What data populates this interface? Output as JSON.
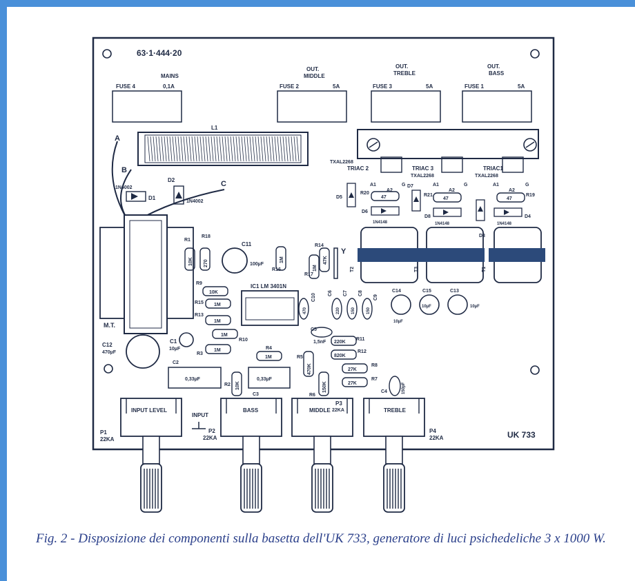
{
  "board": {
    "code": "63·1·444·20",
    "model": "UK 733",
    "fuses": [
      {
        "group": "MAINS",
        "id": "FUSE 4",
        "rating": "0,1A"
      },
      {
        "group": "OUT. MIDDLE",
        "id": "FUSE 2",
        "rating": "5A"
      },
      {
        "group": "OUT. TREBLE",
        "id": "FUSE 3",
        "rating": "5A"
      },
      {
        "group": "OUT. BASS",
        "id": "FUSE 1",
        "rating": "5A"
      }
    ],
    "wire_labels": [
      "A",
      "B",
      "C",
      "Y"
    ],
    "coil": "L1",
    "transformer": "M.T.",
    "ic": "IC1   LM 3401N",
    "triacs": [
      {
        "name": "TRIAC 2",
        "part": "TXAL2268"
      },
      {
        "name": "TRIAC 3",
        "part": "TXAL2268"
      },
      {
        "name": "TRIAC1",
        "part": "TXAL2268"
      }
    ],
    "triac_pins": [
      "A1",
      "A2",
      "G"
    ],
    "diodes": [
      "D1",
      "D2",
      "D3",
      "D4",
      "D5",
      "D6",
      "D7",
      "D8"
    ],
    "diode_types": [
      "1N4002",
      "1N4148"
    ],
    "resistors": [
      {
        "ref": "R1",
        "value": "10K"
      },
      {
        "ref": "R18",
        "value": "270"
      },
      {
        "ref": "R9",
        "value": "10K"
      },
      {
        "ref": "R15",
        "value": "1M"
      },
      {
        "ref": "R13",
        "value": "1M"
      },
      {
        "ref": "R10",
        "value": "1M"
      },
      {
        "ref": "R3",
        "value": "1M"
      },
      {
        "ref": "R4",
        "value": "1M"
      },
      {
        "ref": "R16",
        "value": "1M"
      },
      {
        "ref": "R17",
        "value": "1M"
      },
      {
        "ref": "R14",
        "value": "47K"
      },
      {
        "ref": "R5",
        "value": "470K"
      },
      {
        "ref": "R6",
        "value": "150K"
      },
      {
        "ref": "R2",
        "value": "10K"
      },
      {
        "ref": "R11",
        "value": "220K"
      },
      {
        "ref": "R12",
        "value": "820K"
      },
      {
        "ref": "R8",
        "value": "27K"
      },
      {
        "ref": "R7",
        "value": "27K"
      },
      {
        "ref": "R20",
        "value": "47"
      },
      {
        "ref": "R21",
        "value": "47"
      },
      {
        "ref": "R19",
        "value": "47"
      }
    ],
    "capacitors": [
      {
        "ref": "C11",
        "value": "100µF"
      },
      {
        "ref": "C12",
        "value": "470µF"
      },
      {
        "ref": "C1",
        "value": "10µF"
      },
      {
        "ref": "C2",
        "value": "0,33µF"
      },
      {
        "ref": "C3",
        "value": "0,33µF"
      },
      {
        "ref": "C5",
        "value": "1,5nF"
      },
      {
        "ref": "C4",
        "value": "150pF"
      },
      {
        "ref": "C10",
        "value": "470"
      },
      {
        "ref": "C6",
        "value": "220"
      },
      {
        "ref": "C7",
        "value": "150"
      },
      {
        "ref": "C8",
        "value": "150"
      },
      {
        "ref": "C9",
        "value": ""
      },
      {
        "ref": "C14",
        "value": "10µF"
      },
      {
        "ref": "C15",
        "value": "10µF"
      },
      {
        "ref": "C13",
        "value": "10µF"
      }
    ],
    "transformers": [
      "T2",
      "T3",
      "T1"
    ],
    "potentiometers": [
      {
        "ref": "P1",
        "value": "22KA",
        "label": "INPUT LEVEL"
      },
      {
        "ref": "P2",
        "value": "22KA",
        "label": "BASS"
      },
      {
        "ref": "P3",
        "value": "22KA",
        "label": "MIDDLE"
      },
      {
        "ref": "P4",
        "value": "22KA",
        "label": "TREBLE"
      }
    ],
    "input_label": "INPUT"
  },
  "caption": "Fig. 2 - Disposizione dei componenti sulla basetta dell'UK 733, generatore di luci psichedeliche 3 x 1000 W.",
  "colors": {
    "frame": "#4a90d9",
    "ink": "#1f2a44",
    "caption": "#2a3f8a",
    "pcb": "#ffffff"
  }
}
